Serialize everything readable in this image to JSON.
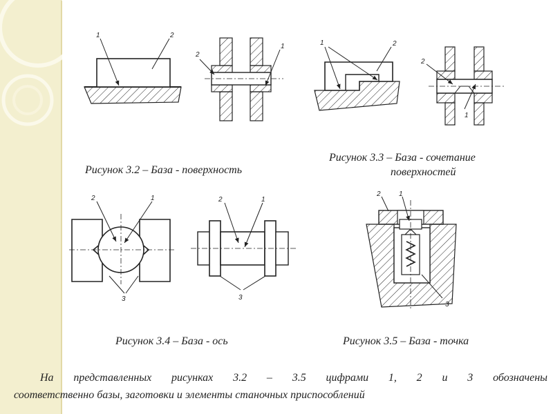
{
  "captions": {
    "fig32": "Рисунок 3.2 – База - поверхность",
    "fig33_line1": "Рисунок 3.3 – База - сочетание",
    "fig33_line2": "поверхностей",
    "fig34": "Рисунок 3.4 – База - ось",
    "fig35": "Рисунок 3.5 – База - точка"
  },
  "paragraph": {
    "line1": "На представленных рисунках 3.2 – 3.5 цифрами 1, 2 и 3 обозначены",
    "line2": "соответственно базы, заготовки и элементы станочных приспособлений"
  },
  "labels": {
    "one": "1",
    "two": "2",
    "three": "3"
  },
  "colors": {
    "sidebar": "#f3efcf",
    "ink": "#222222"
  }
}
